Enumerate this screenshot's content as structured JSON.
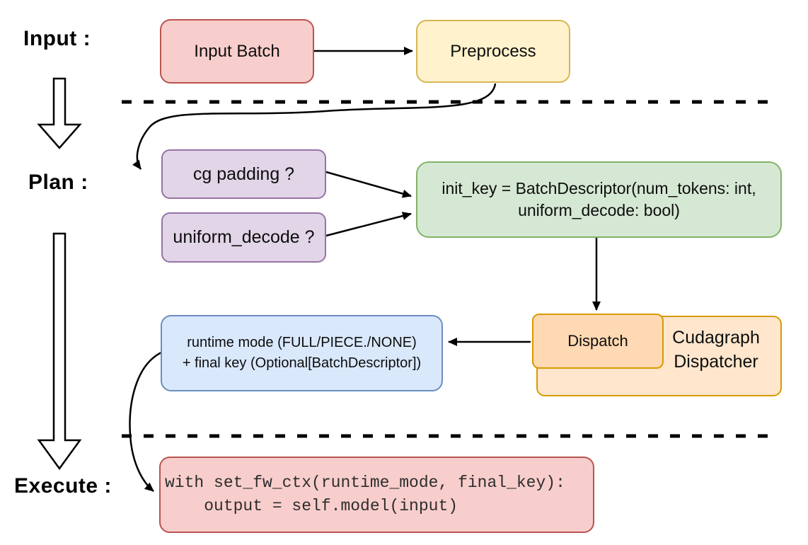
{
  "stage_labels": {
    "input": "Input :",
    "plan": "Plan :",
    "execute": "Execute :"
  },
  "nodes": {
    "input_batch": {
      "label": "Input Batch"
    },
    "preprocess": {
      "label": "Preprocess"
    },
    "cg_padding": {
      "label": "cg padding ?"
    },
    "uniform_decode": {
      "label": "uniform_decode ?"
    },
    "init_key": {
      "line1": "init_key = BatchDescriptor(num_tokens: int,",
      "line2": "uniform_decode: bool)"
    },
    "dispatch": {
      "label": "Dispatch"
    },
    "cudagraph_dispatcher": {
      "line1": "Cudagraph",
      "line2": "Dispatcher"
    },
    "runtime_mode": {
      "line1": "runtime mode (FULL/PIECE./NONE)",
      "line2": "+ final key (Optional[BatchDescriptor])"
    },
    "execute_code": {
      "line1": "with set_fw_ctx(runtime_mode, final_key):",
      "line2": "    output = self.model(input)"
    }
  },
  "colors": {
    "red_fill": "#f8cecc",
    "red_stroke": "#b85450",
    "yellow_fill": "#fff2cc",
    "yellow_stroke": "#d6b656",
    "purple_fill": "#e1d5e7",
    "purple_stroke": "#9673a6",
    "green_fill": "#d5e8d4",
    "green_stroke": "#82b366",
    "blue_fill": "#dae8fc",
    "blue_stroke": "#6c8ebf",
    "orange_fill": "#ffe6cc",
    "orange_inner_fill": "#ffd9b3",
    "orange_stroke": "#d79b00",
    "line": "#000000"
  }
}
